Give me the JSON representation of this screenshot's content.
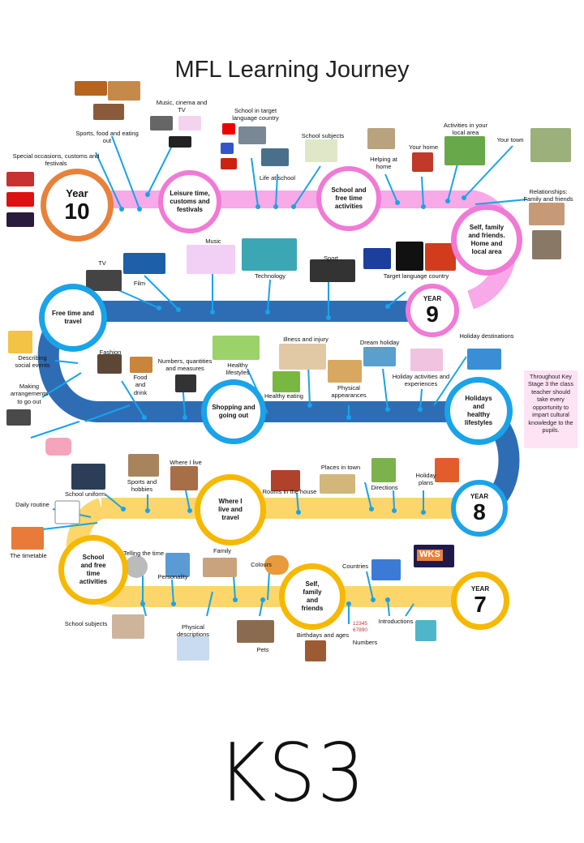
{
  "title": "MFL Learning Journey",
  "footer": "KS3",
  "side_note": "Throughout Key Stage 3 the class teacher should take every opportunity to impart cultural knowledge to the pupils.",
  "colors": {
    "year10": "#e8823a",
    "year10_track": "#f7a9e8",
    "year9": "#2e6db4",
    "year9_marker": "#f07ad6",
    "year8": "#fcd66a",
    "year8_marker": "#1aa3e8",
    "year7_marker": "#f6b800"
  },
  "years": {
    "y10": {
      "word": "Year",
      "num": "10"
    },
    "y9": {
      "word": "YEAR",
      "num": "9"
    },
    "y8": {
      "word": "YEAR",
      "num": "8"
    },
    "y7": {
      "word": "YEAR",
      "num": "7"
    }
  },
  "hubs": {
    "leisure": "Leisure time,\ncustoms and\nfestivals",
    "school_free": "School and\nfree time\nactivities",
    "self_family_home": "Self, family\nand friends.\nHome and\nlocal area",
    "free_travel": "Free time and\ntravel",
    "shopping": "Shopping and\ngoing out",
    "holidays": "Holidays\nand\nhealthy\nlifestyles",
    "where_live": "Where I\nlive and\ntravel",
    "school_free7": "School\nand free\ntime\nactivities",
    "self_family7": "Self,\nfamily\nand\nfriends"
  },
  "labels": {
    "special": "Special occasions, customs and\nfestivals",
    "sports_food": "Sports, food and eating\nout",
    "music_cinema": "Music, cinema and\nTV",
    "school_target": "School in target\nlanguage country",
    "life_school": "Life at school",
    "school_subjects10": "School subjects",
    "helping": "Helping at\nhome",
    "your_home": "Your home",
    "activities_local": "Activities in your\nlocal area",
    "your_town": "Your town",
    "relationships": "Relationships:\nFamily and friends",
    "music": "Music",
    "tv": "TV",
    "film": "Film",
    "technology": "Technology",
    "sport": "Sport",
    "target_country": "Target language country",
    "holiday_dest": "Holiday destinations",
    "describing": "Describing\nsocial events",
    "making": "Making\narrangements\nto go out",
    "fashion": "Fashion",
    "food_drink": "Food\nand\ndrink",
    "numbers_q": "Numbers, quantities\nand measures",
    "healthy_lifestyles": "Healthy\nlifestyles",
    "illness": "Illness and injury",
    "dream": "Dream holiday",
    "healthy_eating": "Healthy eating",
    "physical_app": "Physical\nappearances",
    "holiday_act": "Holiday activities and\nexperiences",
    "school_uniform": "School uniform",
    "sports_hobbies": "Sports and\nhobbies",
    "where_i_live": "Where I live",
    "rooms": "Rooms in the house",
    "places": "Places in town",
    "directions": "Directions",
    "holiday_plans": "Holiday\nplans",
    "daily_routine": "Daily routine",
    "timetable": "The timetable",
    "telling_time": "Telling the time",
    "personality": "Personality",
    "family": "Family",
    "colours": "Colours",
    "countries": "Countries",
    "school_subjects7": "School subjects",
    "physical_desc": "Physical\ndescriptions",
    "pets": "Pets",
    "birthdays": "Birthdays and ages",
    "numbers": "Numbers",
    "introductions": "Introductions",
    "wks": "WKS",
    "num_digits": "12345\n67890"
  }
}
